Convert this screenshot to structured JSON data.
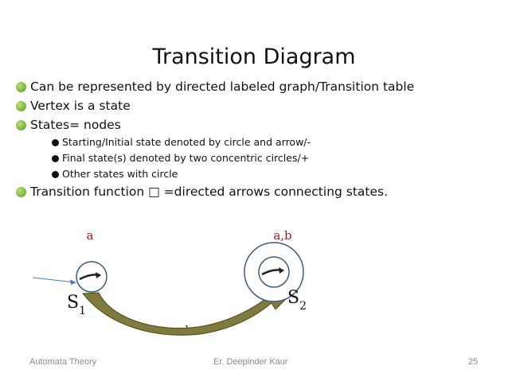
{
  "slide": {
    "title": "Transition Diagram",
    "bullets": [
      {
        "text": "Can be represented by directed labeled graph/Transition table"
      },
      {
        "text": "Vertex is a state"
      },
      {
        "text": "States= nodes"
      }
    ],
    "sub_bullets": [
      {
        "text": "Starting/Initial state denoted by circle and arrow/-"
      },
      {
        "text": "Final state(s) denoted by two concentric circles/+"
      },
      {
        "text": "Other states with circle"
      }
    ],
    "last_bullet": {
      "text": "Transition function □ =directed arrows connecting states."
    }
  },
  "diagram": {
    "label_a": "a",
    "label_ab": "a,b",
    "label_b": "b",
    "state1": {
      "name": "S",
      "sub": "1"
    },
    "state2": {
      "name": "S",
      "sub": "2"
    },
    "label_color": "#9b1c1c",
    "arrow_color": "#807a3e"
  },
  "footer": {
    "left": "Automata Theory",
    "center": "Er. Deepinder Kaur",
    "page": "25"
  }
}
